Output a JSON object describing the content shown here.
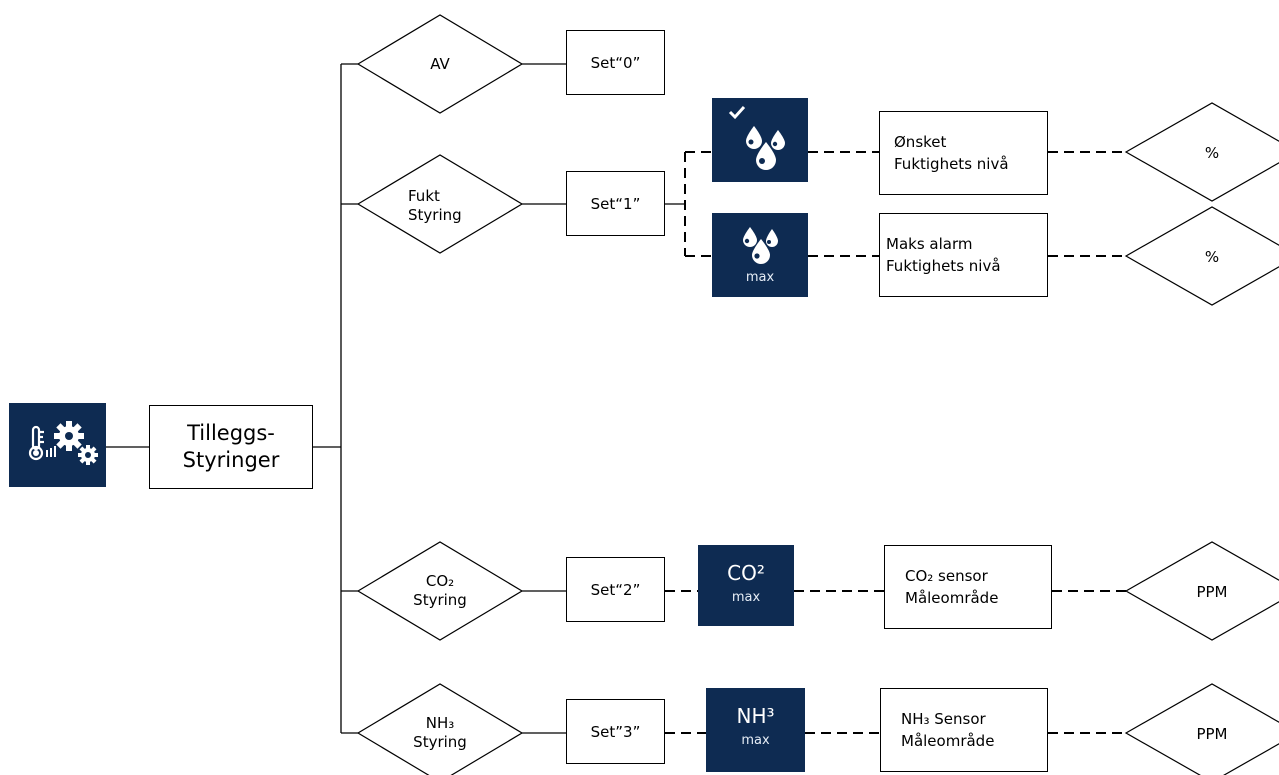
{
  "root": {
    "line1": "Tilleggs-",
    "line2": "Styringer",
    "icon": "thermometer-gears-icon"
  },
  "branches": {
    "av": {
      "label": "AV",
      "set": "Set“0”"
    },
    "fukt": {
      "line1": "Fukt",
      "line2": "Styring",
      "set": "Set“1”"
    },
    "co2": {
      "line1": "CO₂",
      "line2": "Styring",
      "set": "Set“2”"
    },
    "nh3": {
      "line1": "NH₃",
      "line2": "Styring",
      "set": "Set”3”"
    }
  },
  "fukt_items": [
    {
      "icon": "humidity-check-icon",
      "line1": "Ønsket",
      "line2": "Fuktighets nivå",
      "unit": "%"
    },
    {
      "icon": "humidity-max-icon",
      "icon_label": "max",
      "line1": "Maks alarm",
      "line2": "Fuktighets nivå",
      "unit": "%"
    }
  ],
  "co2_item": {
    "icon_main": "CO²",
    "icon_label": "max",
    "line1": "CO₂ sensor",
    "line2": "Måleområde",
    "unit": "PPM"
  },
  "nh3_item": {
    "icon_main": "NH³",
    "icon_label": "max",
    "line1": "NH₃  Sensor",
    "line2": "Måleområde",
    "unit": "PPM"
  },
  "colors": {
    "tile": "#0e2b52",
    "line": "#000000"
  }
}
